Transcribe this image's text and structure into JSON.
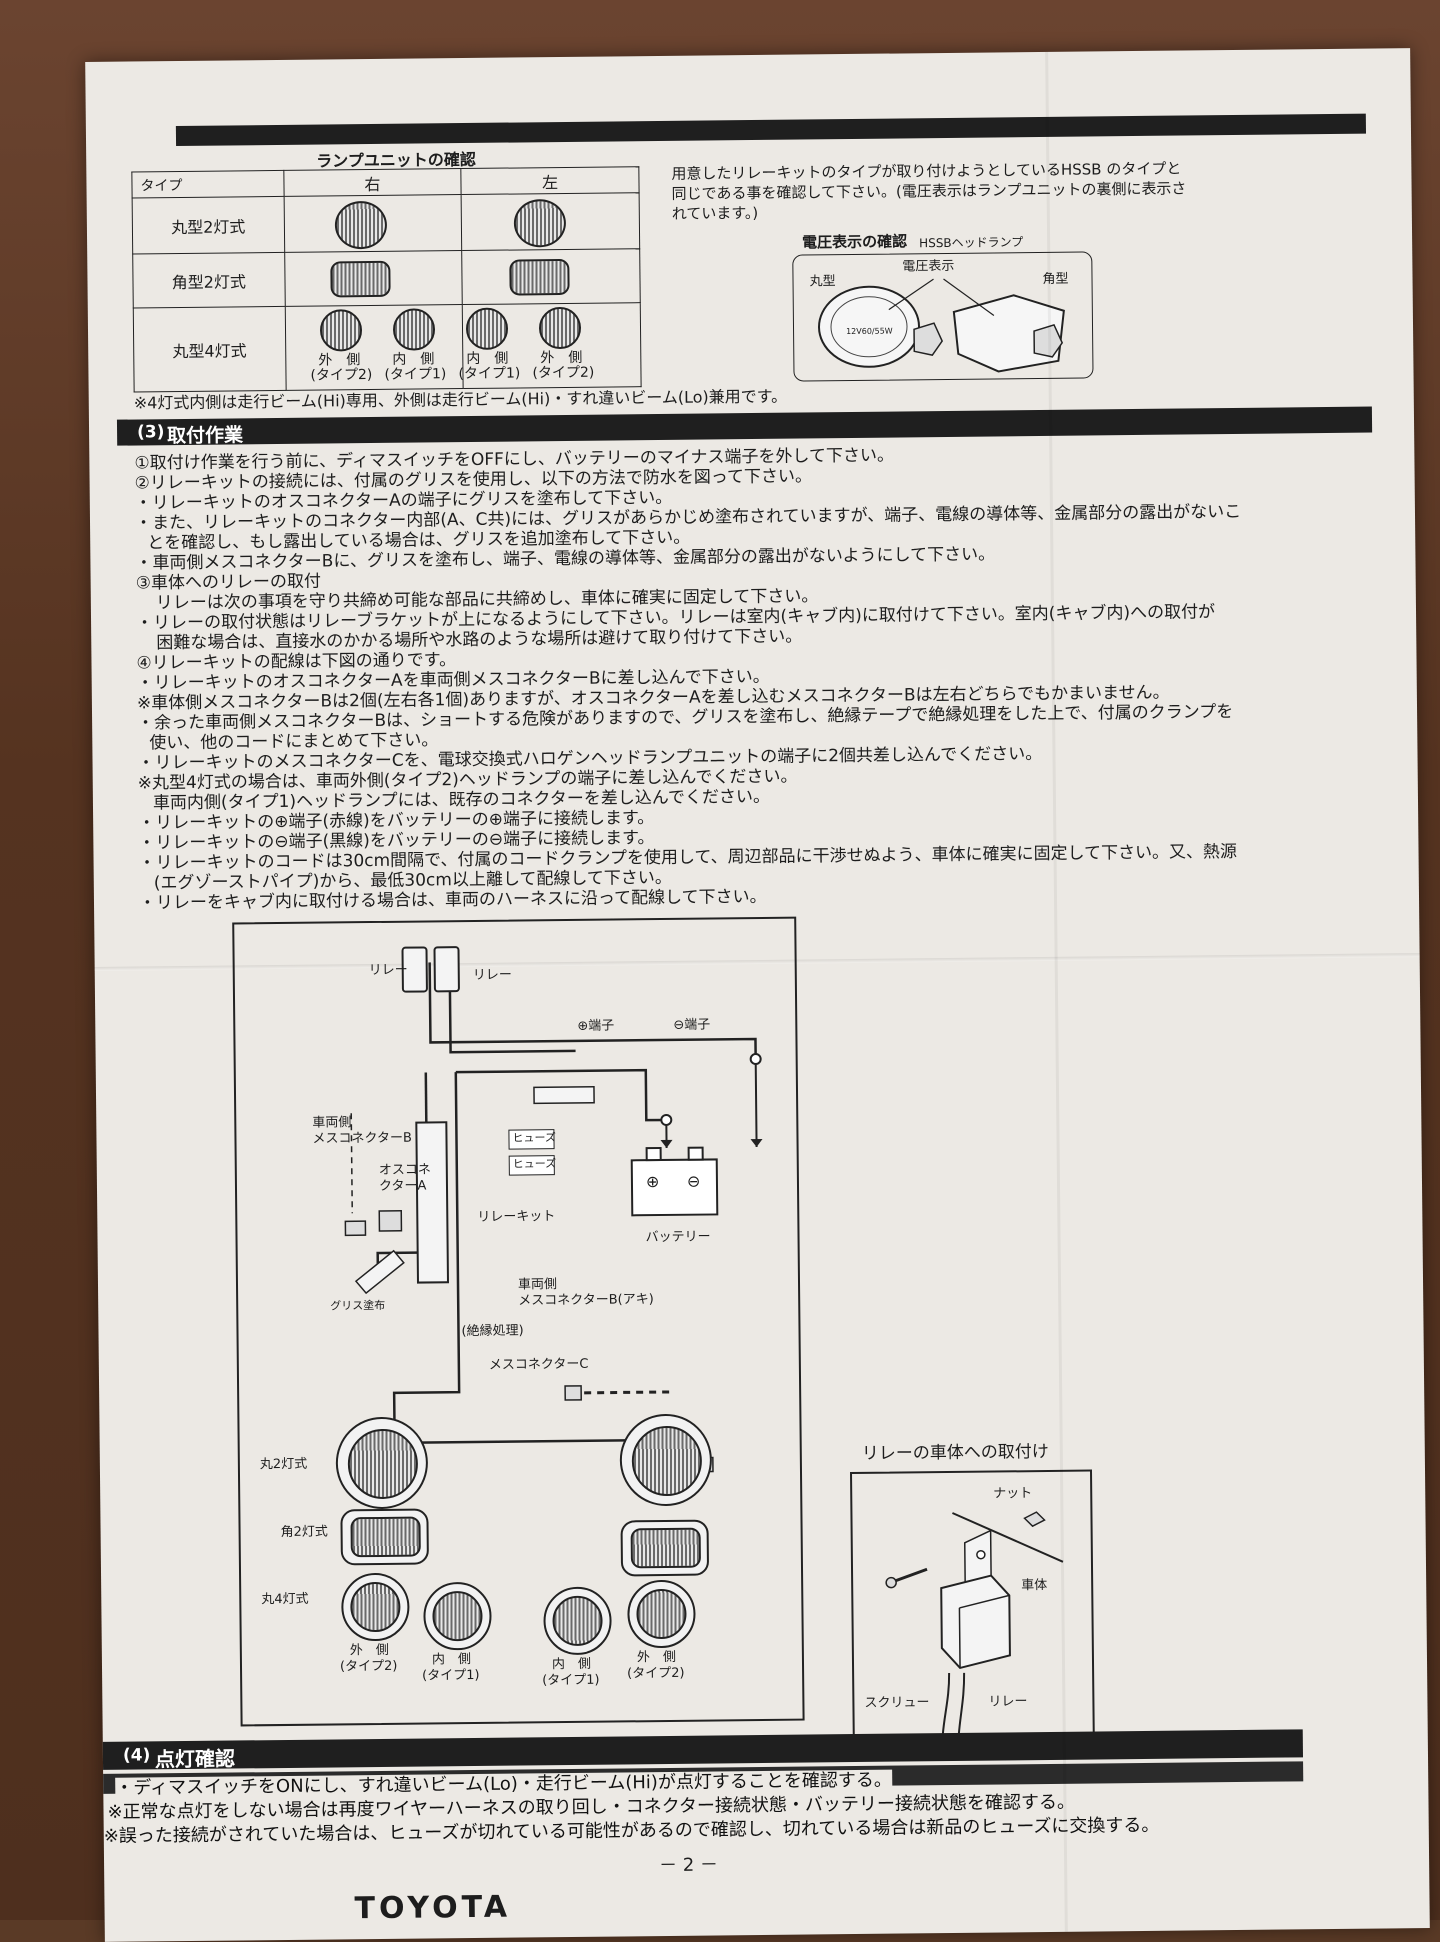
{
  "sec2": {
    "title": "ランプユニットの確認",
    "col_type": "タイプ",
    "col_right": "右",
    "col_left": "左",
    "row1": "丸型2灯式",
    "row2": "角型2灯式",
    "row3": "丸型4灯式",
    "outer_a": "外　側",
    "outer_b": "(タイプ2)",
    "inner_a": "内　側",
    "inner_b": "(タイプ1)",
    "note": "※4灯式内側は走行ビーム(Hi)専用、外側は走行ビーム(Hi)・すれ違いビーム(Lo)兼用です。",
    "desc1": "用意したリレーキットのタイプが取り付けようとしているHSSB のタイプと",
    "desc2": "同じである事を確認して下さい。(電圧表示はランプユニットの裏側に表示さ",
    "desc3": "れています。)",
    "volt_title": "電圧表示の確認",
    "volt_sub": "HSSBヘッドランプ",
    "volt_label": "電圧表示",
    "round": "丸型",
    "square": "角型",
    "volt_text": "12V60/55W"
  },
  "sec3": {
    "num": "(3)",
    "title": "取付作業",
    "lines": [
      "①取付け作業を行う前に、ディマスイッチをOFFにし、バッテリーのマイナス端子を外して下さい。",
      "②リレーキットの接続には、付属のグリスを使用し、以下の方法で防水を図って下さい。",
      "・リレーキットのオスコネクターAの端子にグリスを塗布して下さい。",
      "・また、リレーキットのコネクター内部(A、C共)には、グリスがあらかじめ塗布されていますが、端子、電線の導体等、金属部分の露出がないこ",
      "とを確認し、もし露出している場合は、グリスを追加塗布して下さい。",
      "・車両側メスコネクターBに、グリスを塗布し、端子、電線の導体等、金属部分の露出がないようにして下さい。",
      "③車体へのリレーの取付",
      "リレーは次の事項を守り共締め可能な部品に共締めし、車体に確実に固定して下さい。",
      "・リレーの取付状態はリレーブラケットが上になるようにして下さい。リレーは室内(キャブ内)に取付けて下さい。室内(キャブ内)への取付が",
      "困難な場合は、直接水のかかる場所や水路のような場所は避けて取り付けて下さい。",
      "④リレーキットの配線は下図の通りです。",
      "・リレーキットのオスコネクターAを車両側メスコネクターBに差し込んで下さい。",
      "※車体側メスコネクターBは2個(左右各1個)ありますが、オスコネクターAを差し込むメスコネクターBは左右どちらでもかまいません。",
      "・余った車両側メスコネクターBは、ショートする危険がありますので、グリスを塗布し、絶縁テープで絶縁処理をした上で、付属のクランプを",
      "使い、他のコードにまとめて下さい。",
      "・リレーキットのメスコネクターCを、電球交換式ハロゲンヘッドランプユニットの端子に2個共差し込んでください。",
      "※丸型4灯式の場合は、車両外側(タイプ2)ヘッドランプの端子に差し込んでください。",
      "車両内側(タイプ1)ヘッドランプには、既存のコネクターを差し込んでください。",
      "・リレーキットの⊕端子(赤線)をバッテリーの⊕端子に接続します。",
      "・リレーキットの⊖端子(黒線)をバッテリーの⊖端子に接続します。",
      "・リレーキットのコードは30cm間隔で、付属のコードクランプを使用して、周辺部品に干渉せぬよう、車体に確実に固定して下さい。又、熱源",
      "(エグゾーストパイプ)から、最低30cm以上離して配線して下さい。",
      "・リレーをキャブ内に取付ける場合は、車両のハーネスに沿って配線して下さい。"
    ]
  },
  "diagram": {
    "relay": "リレー",
    "plus_terminal": "⊕端子",
    "minus_terminal": "⊖端子",
    "female_b": "車両側",
    "female_b2": "メスコネクターB",
    "male_a": "オスコネ",
    "male_a2": "クターA",
    "fuse": "ヒューズ",
    "relay_kit": "リレーキット",
    "battery": "バッテリー",
    "grease": "グリス塗布",
    "spare_b": "車両側",
    "spare_b2": "メスコネクターB(アキ)",
    "insulate": "(絶縁処理)",
    "female_c": "メスコネクターC",
    "r2": "丸2灯式",
    "s2": "角2灯式",
    "r4": "丸4灯式",
    "outer_a": "外　側",
    "outer_b": "(タイプ2)",
    "inner_a": "内　側",
    "inner_b": "(タイプ1)",
    "mount_title": "リレーの車体への取付け",
    "nut": "ナット",
    "body": "車体",
    "screw": "スクリュー",
    "relay2": "リレー"
  },
  "sec4": {
    "num": "(4)",
    "title": "点灯確認",
    "lines": [
      "・ディマスイッチをONにし、すれ違いビーム(Lo)・走行ビーム(Hi)が点灯することを確認する。",
      "※正常な点灯をしない場合は再度ワイヤーハーネスの取り回し・コネクター接続状態・バッテリー接続状態を確認する。",
      "※誤った接続がされていた場合は、ヒューズが切れている可能性があるので確認し、切れている場合は新品のヒューズに交換する。"
    ]
  },
  "page_number": "－ 2 －",
  "footer_brand": "TOYOTA"
}
